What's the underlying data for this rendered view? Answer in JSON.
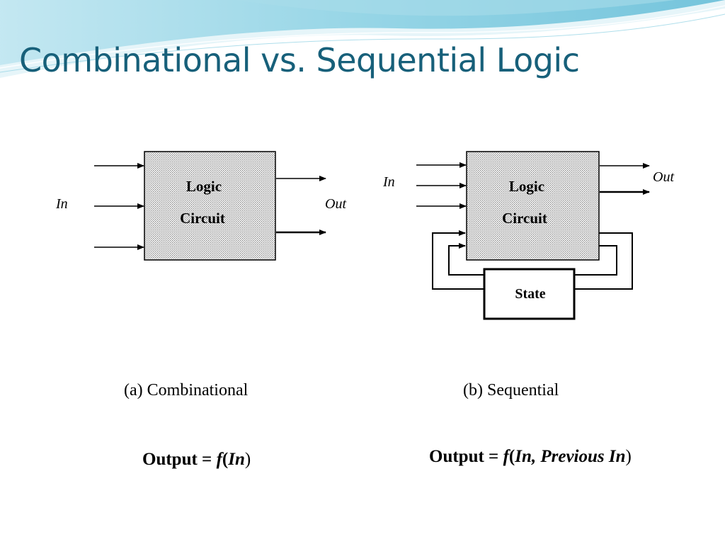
{
  "slide": {
    "title": "Combinational vs. Sequential Logic"
  },
  "combinational": {
    "box_line1": "Logic",
    "box_line2": "Circuit",
    "input_label": "In",
    "output_label": "Out",
    "caption": "(a) Combinational",
    "formula": {
      "prefix": "Output = ",
      "func": "f",
      "open": "(",
      "arg": "In",
      "close": ")"
    }
  },
  "sequential": {
    "box_line1": "Logic",
    "box_line2": "Circuit",
    "state_label": "State",
    "input_label": "In",
    "output_label": "Out",
    "caption": "(b) Sequential",
    "formula": {
      "prefix": "Output = ",
      "func": "f",
      "open": "(",
      "arg": "In, Previous In",
      "close": ")"
    }
  },
  "colors": {
    "title": "#17607a",
    "wave_dark": "#6cc4dc",
    "wave_light": "#d8f0f6",
    "ink": "#000000"
  }
}
